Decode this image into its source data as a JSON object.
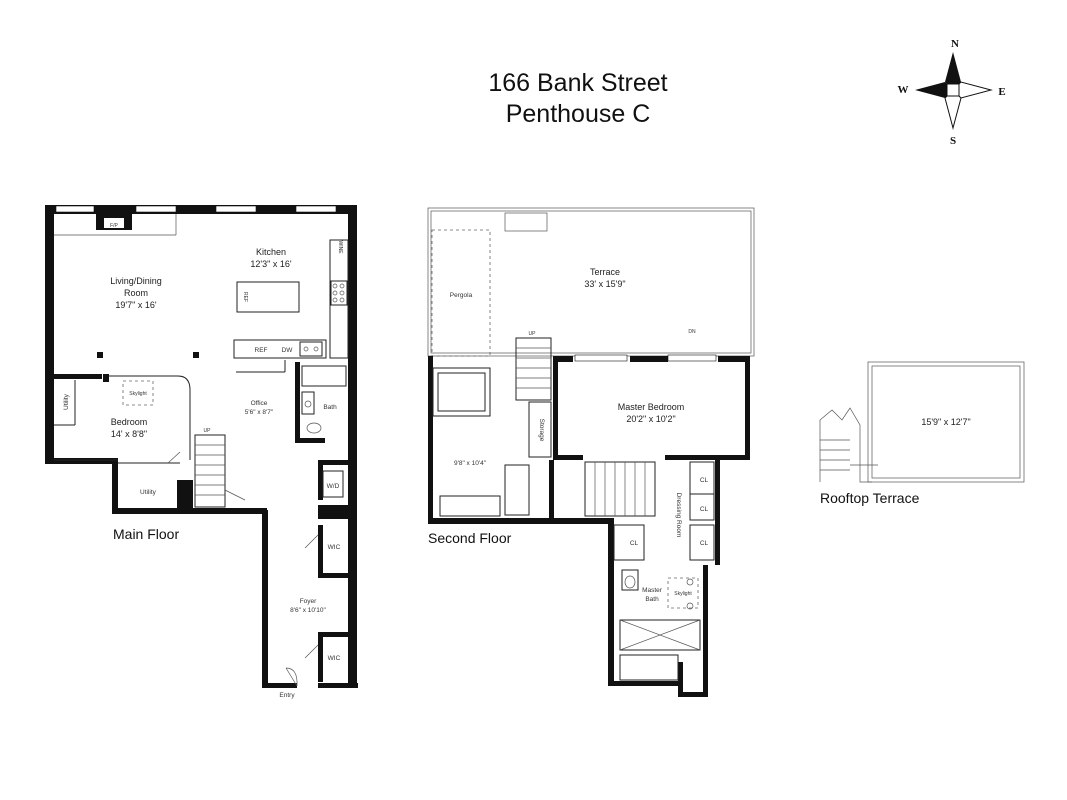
{
  "title": {
    "line1": "166 Bank Street",
    "line2": "Penthouse C"
  },
  "compass": {
    "n": "N",
    "s": "S",
    "e": "E",
    "w": "W"
  },
  "floors": {
    "main": {
      "label": "Main Floor",
      "rooms": {
        "living_name1": "Living/Dining",
        "living_name2": "Room",
        "living_dims": "19'7\" x 16'",
        "kitchen_name": "Kitchen",
        "kitchen_dims": "12'3\" x 16'",
        "bedroom_name": "Bedroom",
        "bedroom_dims": "14' x 8'8\"",
        "office_name": "Office",
        "office_dims": "5'6\" x 8'7\"",
        "foyer_name": "Foyer",
        "foyer_dims": "8'6\" x 10'10\"",
        "bath": "Bath",
        "utility1": "Utility",
        "utility2": "Utility",
        "wd": "W/D",
        "wic1": "WIC",
        "wic2": "WIC",
        "entry": "Entry",
        "skylight": "Skylight",
        "fp": "F/P",
        "ref1": "REF",
        "ref2": "REF",
        "dw": "DW",
        "wine": "WINE",
        "up": "UP"
      }
    },
    "second": {
      "label": "Second Floor",
      "rooms": {
        "terrace_name": "Terrace",
        "terrace_dims": "33' x 15'9\"",
        "pergola": "Pergola",
        "master_name": "Master Bedroom",
        "master_dims": "20'2\" x 10'2\"",
        "room_dims": "9'8\" x 10'4\"",
        "storage": "Storage",
        "dressing": "Dressing Room",
        "cl1": "CL",
        "cl2": "CL",
        "cl3": "CL",
        "cl4": "CL",
        "mbath1": "Master",
        "mbath2": "Bath",
        "skylight": "Skylight",
        "up": "UP",
        "dn": "DN"
      }
    },
    "rooftop": {
      "label": "Rooftop Terrace",
      "dims": "15'9\" x 12'7\""
    }
  }
}
